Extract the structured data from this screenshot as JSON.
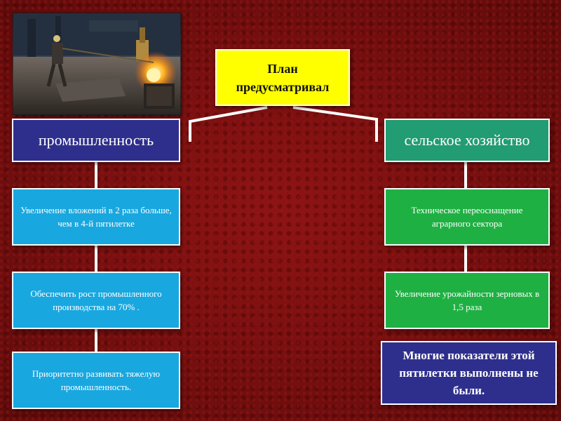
{
  "title": "План предусматривал",
  "branches": {
    "industry": {
      "label": "промышленность",
      "items": [
        "Увеличение вложений в 2 раза больше, чем в 4-й пятилетке",
        "Обеспечить рост промышленного производства на 70% .",
        "Приоритетно развивать тяжелую промышленность."
      ]
    },
    "agriculture": {
      "label": "сельское хозяйство",
      "items": [
        "Техническое переоснащение аграрного сектора",
        "Увеличение урожайности зерновых в 1,5 раза"
      ]
    }
  },
  "note": "Многие показатели этой пятилетки выполнены не были.",
  "colors": {
    "background": "#7a1010",
    "title_box": "#ffff00",
    "category_industry": "#2e2f8c",
    "category_agriculture": "#229c72",
    "item_industry": "#19a7df",
    "item_agriculture": "#1fb043",
    "note_box": "#2e2f8c",
    "border": "#ffffff"
  },
  "image": {
    "subject": "steelworker-at-furnace-photo"
  }
}
